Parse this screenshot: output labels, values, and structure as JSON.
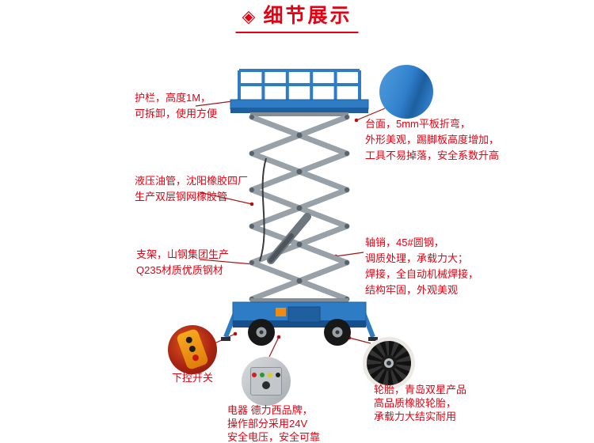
{
  "header": {
    "icon_glyph": "◈",
    "title": "细节展示"
  },
  "annotations": {
    "guardrail": {
      "lines": [
        "护栏，高度1M，",
        "可拆卸，使用方便"
      ]
    },
    "hydraulic_hose": {
      "lines": [
        "液压油管，沈阳橡胶四厂",
        "生产双层钢网橡胶管"
      ]
    },
    "support_frame": {
      "lines": [
        "支架，山钢集团生产",
        "Q235材质优质钢材"
      ]
    },
    "platform_top": {
      "lines": [
        "台面，5mm平板折弯，",
        "外形美观，踢脚板高度增加，",
        "工具不易掉落，安全系数升高"
      ]
    },
    "axle_pin": {
      "lines": [
        "轴销，45#圆钢，",
        "调质处理，承载力大；",
        "焊接，全自动机械焊接，",
        "结构牢固，外观美观"
      ]
    },
    "lower_switch": {
      "label": "下控开关"
    },
    "electric": {
      "lines": [
        "电器 德力西品牌，",
        "操作部分采用24V",
        "安全电压，安全可靠"
      ]
    },
    "tire": {
      "lines": [
        "轮胎，青岛双星产品",
        "高品质橡胶轮胎，",
        "承载力大结实耐用"
      ]
    }
  },
  "colors": {
    "accent_red": "#e60012",
    "callout_line": "#a51414",
    "lift_blue": "#2e7cc3",
    "lift_blue_dark": "#1d5fa0",
    "scissor_grey": "#98a0a8",
    "remote_orange": "#f7a81e"
  }
}
